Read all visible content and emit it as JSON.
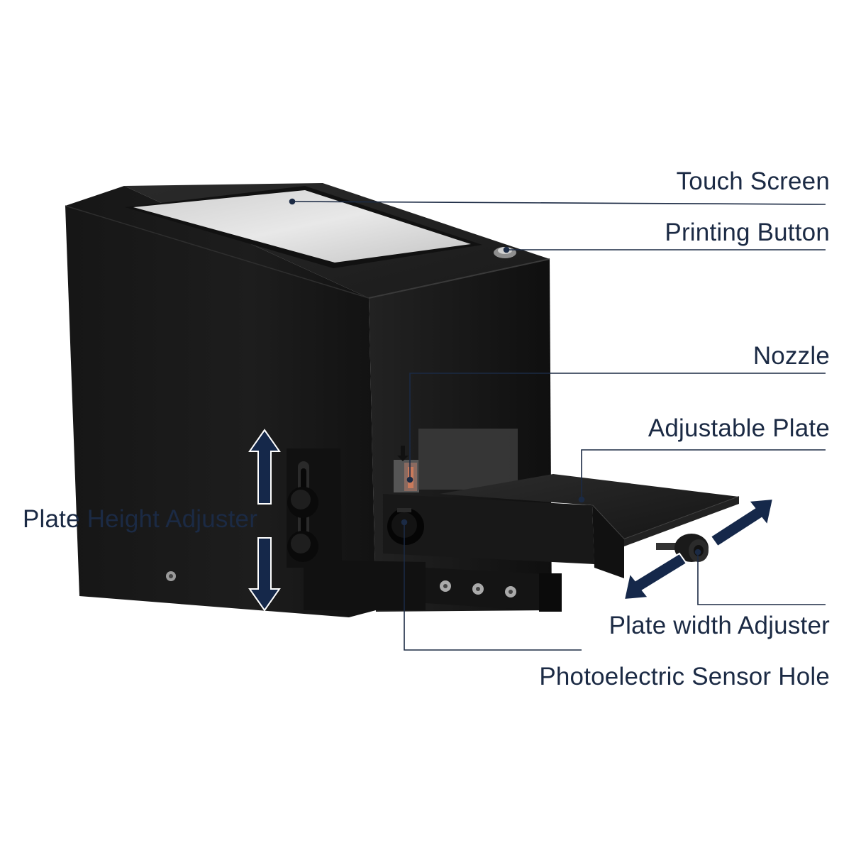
{
  "labels": {
    "touch_screen": "Touch Screen",
    "printing_button": "Printing Button",
    "nozzle": "Nozzle",
    "adjustable_plate": "Adjustable Plate",
    "plate_height_adjuster": "Plate Height Adjuster",
    "plate_width_adjuster": "Plate width Adjuster",
    "photoelectric_sensor_hole": "Photoelectric Sensor Hole"
  },
  "colors": {
    "label_text": "#1b2a44",
    "leader_line": "#1b2a44",
    "arrow_fill": "#15284a",
    "device_body": "#1a1a1a",
    "device_top": "#222222",
    "screen": "#d9d9d9"
  },
  "icons": {
    "height_arrow": "double-arrow-vertical",
    "width_arrow": "double-arrow-diagonal"
  }
}
